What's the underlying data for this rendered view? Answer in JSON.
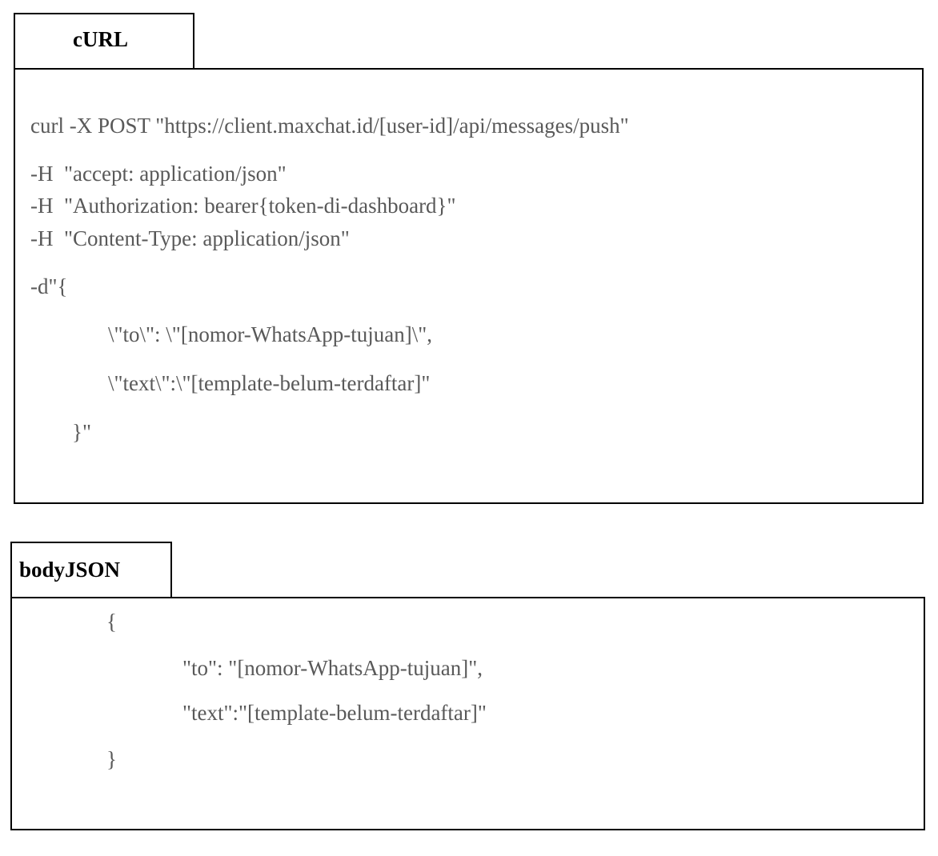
{
  "curl": {
    "tab_label": "cURL",
    "lines": [
      "curl -X POST \"https://client.maxchat.id/[user-id]/api/messages/push\"",
      "-H  \"accept: application/json\"",
      "-H  \"Authorization: bearer{token-di-dashboard}\"",
      "-H  \"Content-Type: application/json\"",
      "-d\"{",
      "\\\"to\\\": \\\"[nomor-WhatsApp-tujuan]\\\",",
      "\\\"text\\\":\\\"[template-belum-terdaftar]\"",
      "}\""
    ]
  },
  "body_json": {
    "tab_label": "bodyJSON",
    "lines": [
      "{",
      "\"to\": \"[nomor-WhatsApp-tujuan]\",",
      "\"text\":\"[template-belum-terdaftar]\"",
      "}"
    ]
  }
}
